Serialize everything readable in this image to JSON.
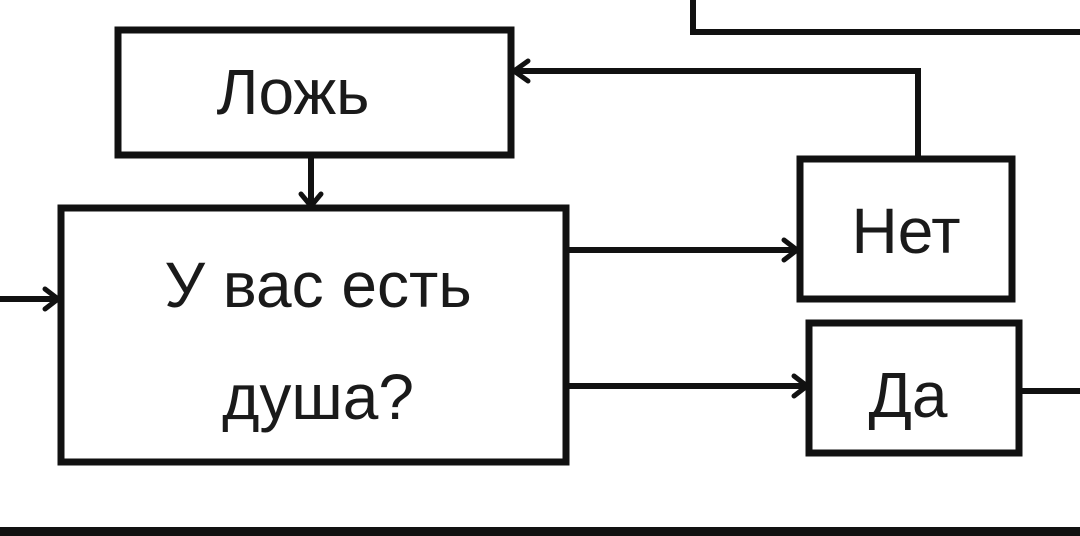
{
  "diagram": {
    "nodes": {
      "false": {
        "label": "Ложь"
      },
      "question": {
        "line1": "У вас есть",
        "line2": "душа?"
      },
      "no": {
        "label": "Нет"
      },
      "yes": {
        "label": "Да"
      }
    }
  }
}
